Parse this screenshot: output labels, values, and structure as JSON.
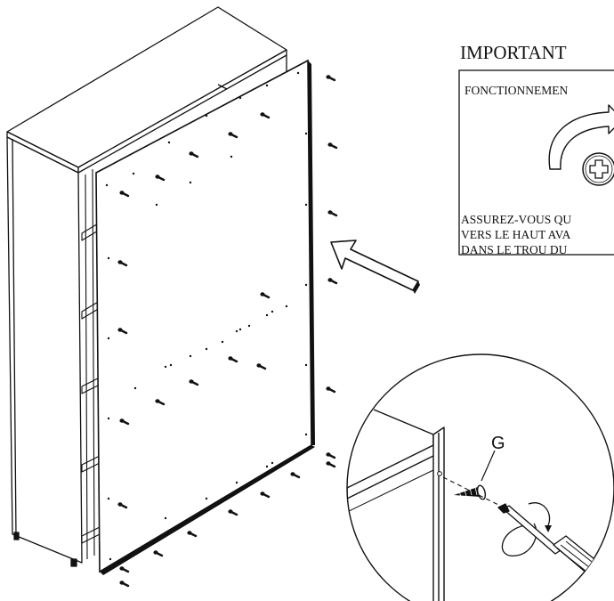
{
  "important_panel": {
    "heading": "IMPORTANT",
    "caption": "FONCTIONNEMEN",
    "note_lines": [
      "ASSUREZ-VOUS QU",
      "VERS LE HAUT AVA",
      "DANS LE TROU DU"
    ]
  },
  "detail_view": {
    "part_label": "G"
  },
  "icons": {
    "rotation": "clockwise-arrow-icon",
    "screw_head": "phillips-screw-icon",
    "direction": "insert-direction-arrow-icon",
    "tool": "screwdriver-icon"
  }
}
